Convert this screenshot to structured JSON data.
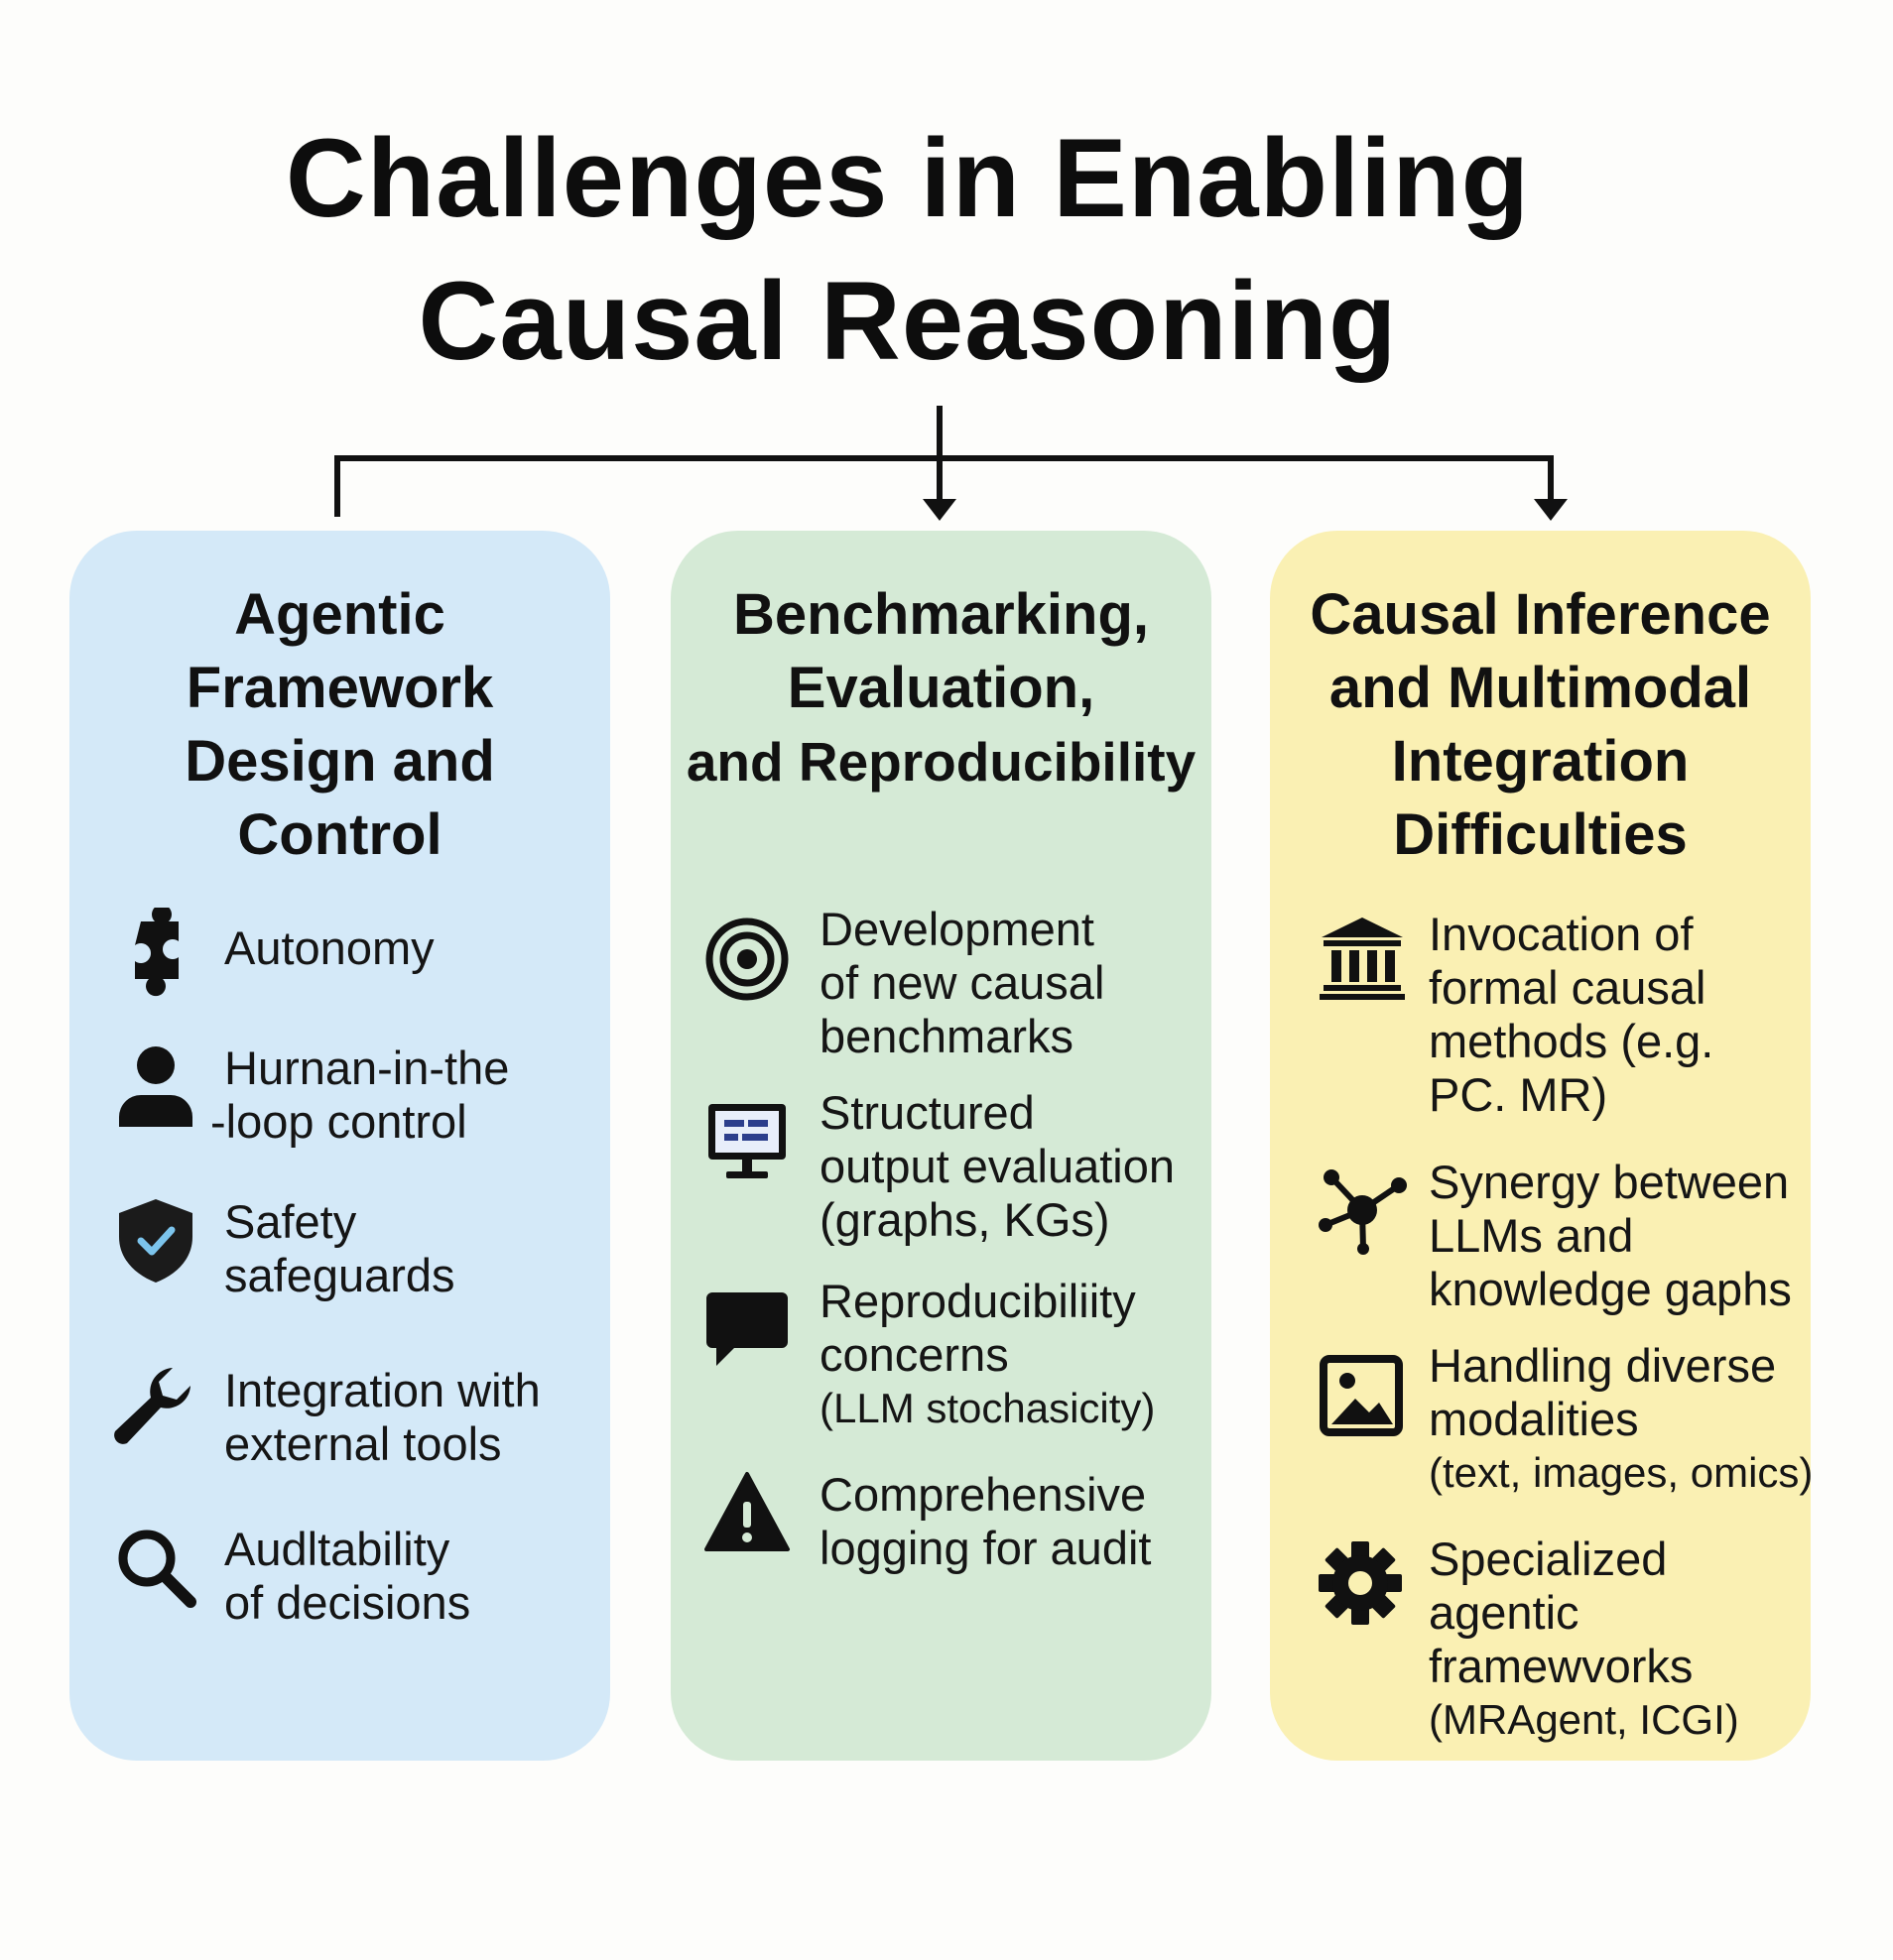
{
  "diagram": {
    "title_line1": "Challenges in Enabling",
    "title_line2": "Causal Reasoning",
    "colors": {
      "panel_blue": "#d4e9f8",
      "panel_green": "#d5ead6",
      "panel_yellow": "#faf0b3",
      "connector": "#111111"
    },
    "panels": [
      {
        "title_lines": [
          "Agentic",
          "Framework",
          "Design and",
          "Control"
        ],
        "items": [
          {
            "icon": "puzzle-icon",
            "lines": [
              "Autonomy"
            ]
          },
          {
            "icon": "person-icon",
            "lines": [
              "Hurnan-in-the",
              "-loop control"
            ]
          },
          {
            "icon": "shield-check-icon",
            "lines": [
              "Safety",
              "safeguards"
            ]
          },
          {
            "icon": "wrench-icon",
            "lines": [
              "Integration with",
              "external tools"
            ]
          },
          {
            "icon": "magnifier-icon",
            "lines": [
              "Audltability",
              "of decisions"
            ]
          }
        ]
      },
      {
        "title_lines": [
          "Benchmarking,",
          "Evaluation,",
          "and Reproducibility"
        ],
        "items": [
          {
            "icon": "target-icon",
            "lines": [
              "Development",
              "of new causal",
              "benchmarks"
            ]
          },
          {
            "icon": "monitor-icon",
            "lines": [
              "Structured",
              "output evaluation",
              "(graphs, KGs)"
            ]
          },
          {
            "icon": "speech-bubble-icon",
            "lines": [
              "Reproducibiliity",
              "concerns",
              "(LLM stochasicity)"
            ]
          },
          {
            "icon": "warning-icon",
            "lines": [
              "Comprehensive",
              "logging for audit"
            ]
          }
        ]
      },
      {
        "title_lines": [
          "Causal Inference",
          "and Multimodal",
          "Integration",
          "Difficulties"
        ],
        "items": [
          {
            "icon": "institution-icon",
            "lines": [
              "Invocation of",
              "formal causal",
              "methods (e.g.",
              "PC. MR)"
            ]
          },
          {
            "icon": "network-icon",
            "lines": [
              "Synergy between",
              "LLMs and",
              "knowledge gaphs"
            ]
          },
          {
            "icon": "image-icon",
            "lines": [
              "Handling diverse",
              "modalities",
              "(text, images, omics)"
            ]
          },
          {
            "icon": "gear-icon",
            "lines": [
              "Specialized",
              "agentic",
              "framewvorks",
              "(MRAgent, ICGI)"
            ]
          }
        ]
      }
    ]
  }
}
